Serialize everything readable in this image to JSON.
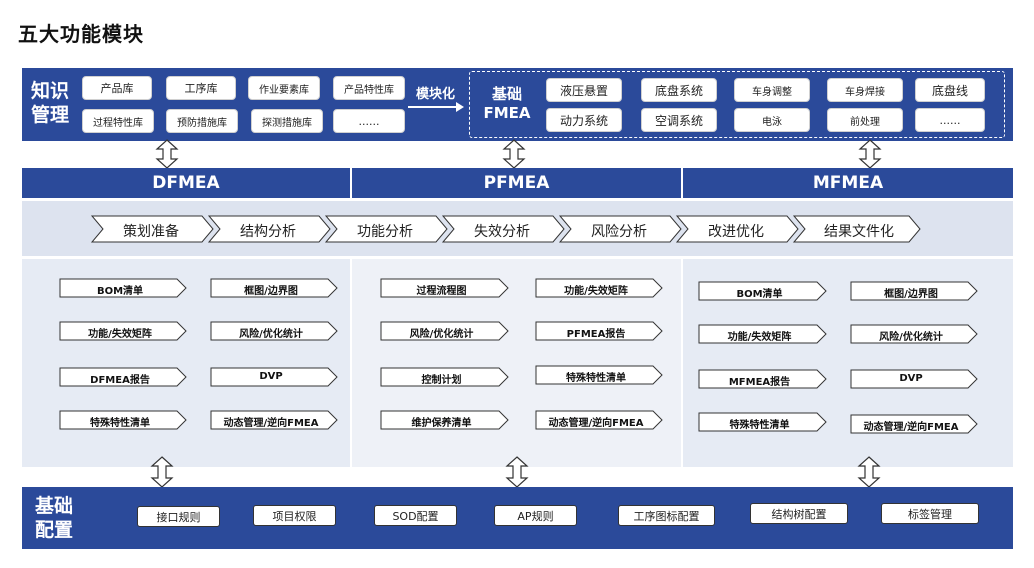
{
  "title": "五大功能模块",
  "knowledge": {
    "label_line1": "知识",
    "label_line2": "管理",
    "row1": [
      "产品库",
      "工序库",
      "作业要素库",
      "产品特性库"
    ],
    "row2": [
      "过程特性库",
      "预防措施库",
      "探测措施库",
      "......"
    ],
    "arrow_label": "模块化",
    "fmea_label_line1": "基础",
    "fmea_label_line2": "FMEA",
    "fmea_row1": [
      "液压悬置",
      "底盘系统",
      "车身调整",
      "车身焊接",
      "底盘线"
    ],
    "fmea_row2": [
      "动力系统",
      "空调系统",
      "电泳",
      "前处理",
      "......"
    ]
  },
  "headers": [
    "DFMEA",
    "PFMEA",
    "MFMEA"
  ],
  "steps": [
    "策划准备",
    "结构分析",
    "功能分析",
    "失效分析",
    "风险分析",
    "改进优化",
    "结果文件化"
  ],
  "columns": [
    {
      "name": "DFMEA",
      "items": [
        "BOM清单",
        "框图/边界图",
        "功能/失效矩阵",
        "风险/优化统计",
        "DFMEA报告",
        "DVP",
        "特殊特性清单",
        "动态管理/逆向FMEA"
      ]
    },
    {
      "name": "PFMEA",
      "items": [
        "过程流程图",
        "功能/失效矩阵",
        "风险/优化统计",
        "PFMEA报告",
        "控制计划",
        "特殊特性清单",
        "维护保养清单",
        "动态管理/逆向FMEA"
      ]
    },
    {
      "name": "MFMEA",
      "items": [
        "BOM清单",
        "框图/边界图",
        "功能/失效矩阵",
        "风险/优化统计",
        "MFMEA报告",
        "DVP",
        "特殊特性清单",
        "动态管理/逆向FMEA"
      ]
    }
  ],
  "config": {
    "label_line1": "基础",
    "label_line2": "配置",
    "items": [
      "接口规则",
      "项目权限",
      "SOD配置",
      "AP规则",
      "工序图标配置",
      "结构树配置",
      "标签管理"
    ]
  },
  "colors": {
    "band": "#2b4a9a",
    "step_row": "#dde3ef",
    "panel": "#e6ebf4"
  }
}
